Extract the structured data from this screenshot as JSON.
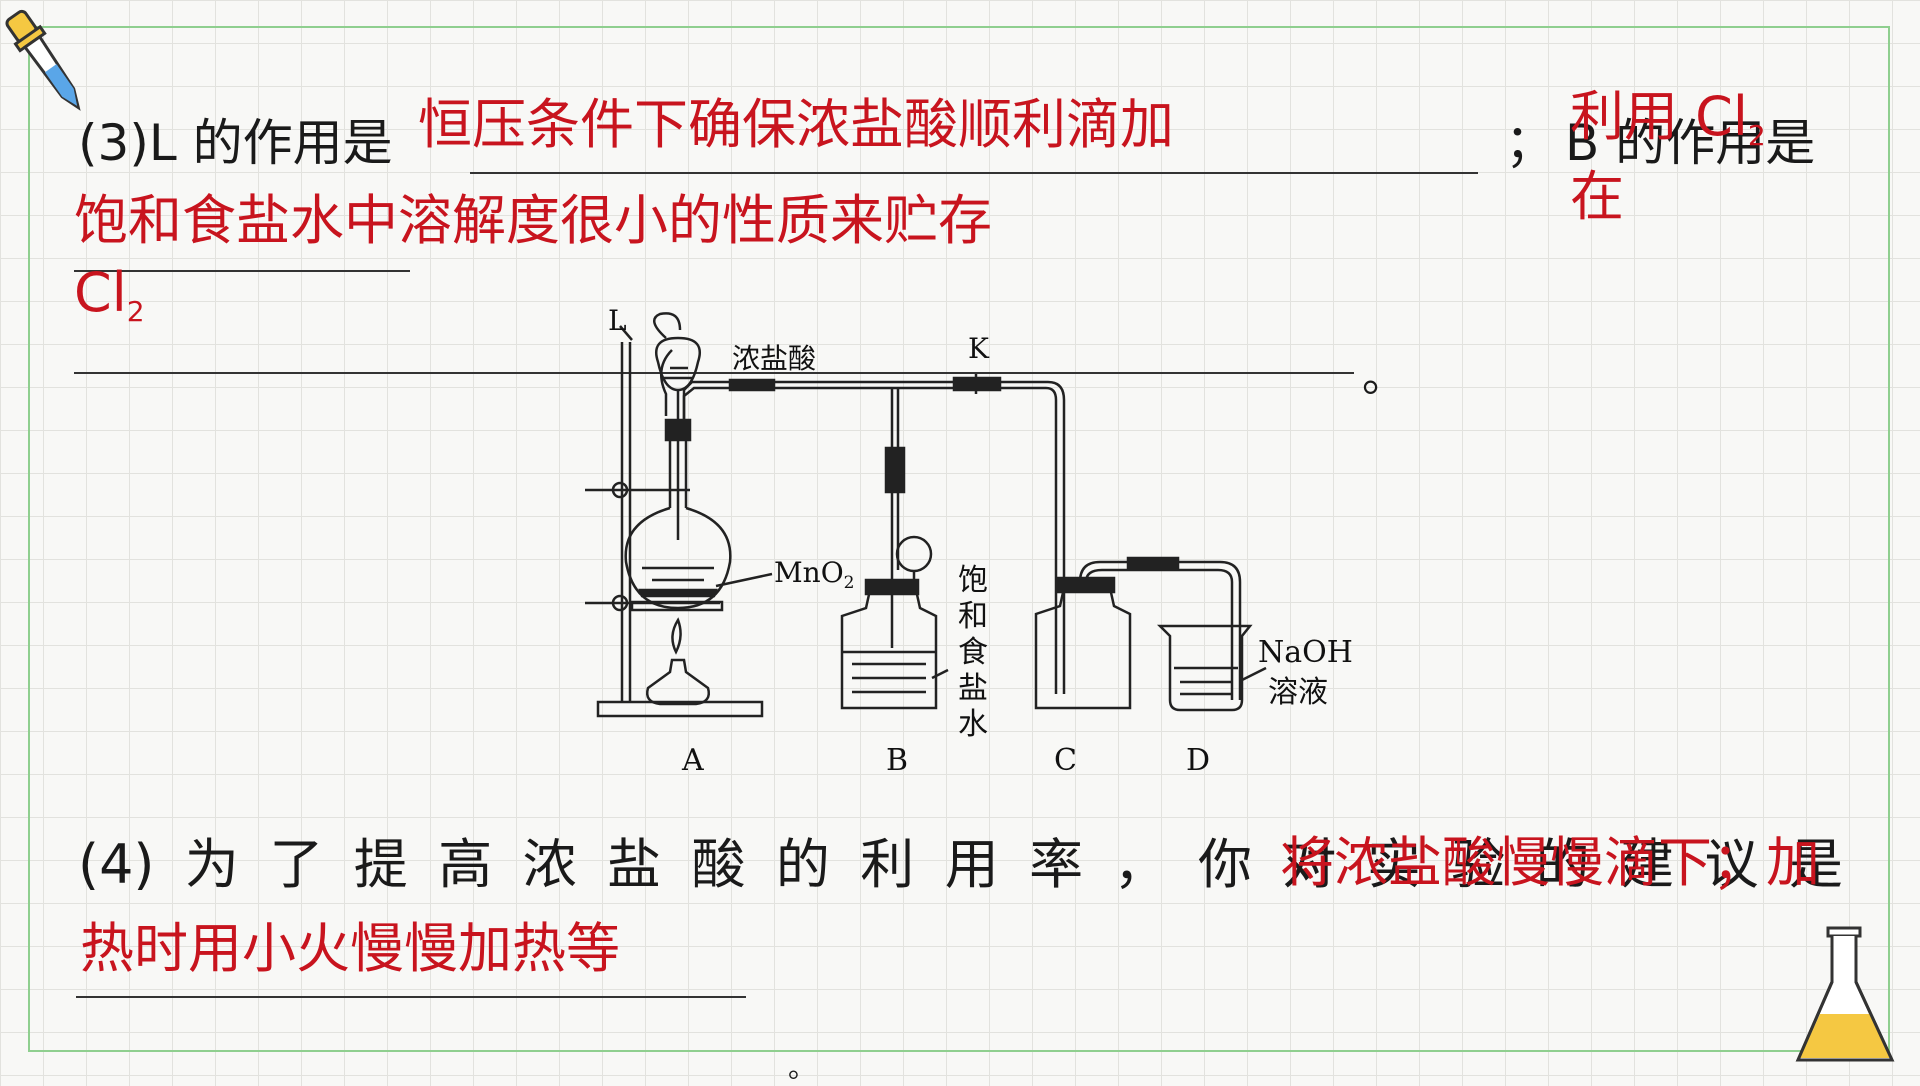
{
  "question3": {
    "label": "(3)L 的作用是",
    "answer_L": "恒压条件下确保浓盐酸顺利滴加",
    "separator": "；",
    "b_label": "B 的作用是",
    "answer_B_line1_prefix": "利用 Cl",
    "answer_B_line1_sub": "2",
    "answer_B_line1_suffix": "在",
    "answer_B_line2": "饱和食盐水中溶解度很小的性质来贮存",
    "answer_B_line3_prefix": "Cl",
    "answer_B_line3_sub": "2",
    "end_mark": "。"
  },
  "diagram": {
    "L": "L",
    "conc_hcl": "浓盐酸",
    "K": "K",
    "mno2_main": "MnO",
    "mno2_sub": "2",
    "sat_salt": [
      "饱",
      "和",
      "食",
      "盐",
      "水"
    ],
    "naoh": "NaOH",
    "solution": "溶液",
    "A": "A",
    "B": "B",
    "C": "C",
    "D": "D"
  },
  "question4": {
    "chars": [
      "(4)",
      "为",
      "了",
      "提",
      "高",
      "浓",
      "盐",
      "酸",
      "的",
      "利",
      "用",
      "率",
      "，",
      "你",
      "对",
      "实",
      "验",
      "的",
      "建",
      "议",
      "是"
    ],
    "answer_line1": "将浓盐酸慢慢滴下；加",
    "answer_line2": "热时用小火慢慢加热等",
    "end_mark": "。"
  },
  "icons": {
    "dropper": "dropper-icon",
    "flask": "flask-icon"
  },
  "colors": {
    "answer": "#c8141e",
    "frame": "#8fcf8f",
    "flask_liquid": "#f5c842",
    "dropper_liquid": "#5aa6e8"
  }
}
